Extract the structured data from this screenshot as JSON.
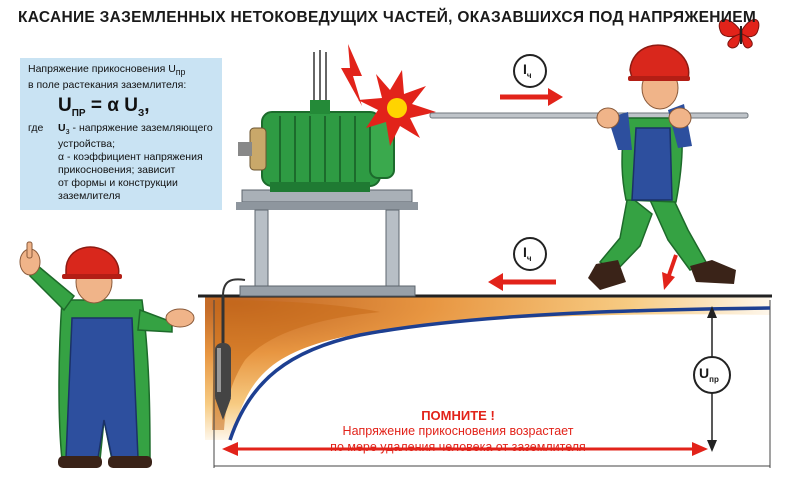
{
  "title": "КАСАНИЕ ЗАЗЕМЛЕННЫХ НЕТОКОВЕДУЩИХ ЧАСТЕЙ, ОКАЗАВШИХСЯ ПОД НАПРЯЖЕНИЕМ",
  "infobox": {
    "line1": "Напряжение прикосновения U",
    "line1_sub": "пр",
    "line2": "в поле растекания заземлителя:",
    "formula_lhs": "U",
    "formula_lhs_sub": "ПР",
    "formula_eq": " = α U",
    "formula_rhs_sub": "З",
    "formula_end": ",",
    "where": "где",
    "uz_symbol": "U",
    "uz_sub": "з",
    "uz_desc_1": " - напряжение заземляющего",
    "uz_desc_2": "устройства;",
    "alpha_1": "α - коэффициент напряжения",
    "alpha_2": "прикосновения; зависит",
    "alpha_3": "от формы и конструкции",
    "alpha_4": "заземлителя"
  },
  "current_label": "I",
  "current_sub": "ч",
  "voltage_label": "U",
  "voltage_sub": "пр",
  "remember": {
    "heading": "ПОМНИТЕ !",
    "line1": "Напряжение прикосновения возрастает",
    "line2": "по мере удаления человека от заземлителя"
  },
  "colors": {
    "red": "#e2231a",
    "blue_curve": "#1d3f91",
    "motor_green": "#2e9b43",
    "helmet_red": "#d9271c",
    "jumpsuit_green": "#35a243",
    "overalls_blue": "#2d4f9e",
    "soil_orange": "#e58a2c",
    "info_bg": "#c9e3f3"
  },
  "icons": [
    "butterfly-icon",
    "lightning-icon",
    "spark-icon",
    "ground-rod-icon"
  ]
}
